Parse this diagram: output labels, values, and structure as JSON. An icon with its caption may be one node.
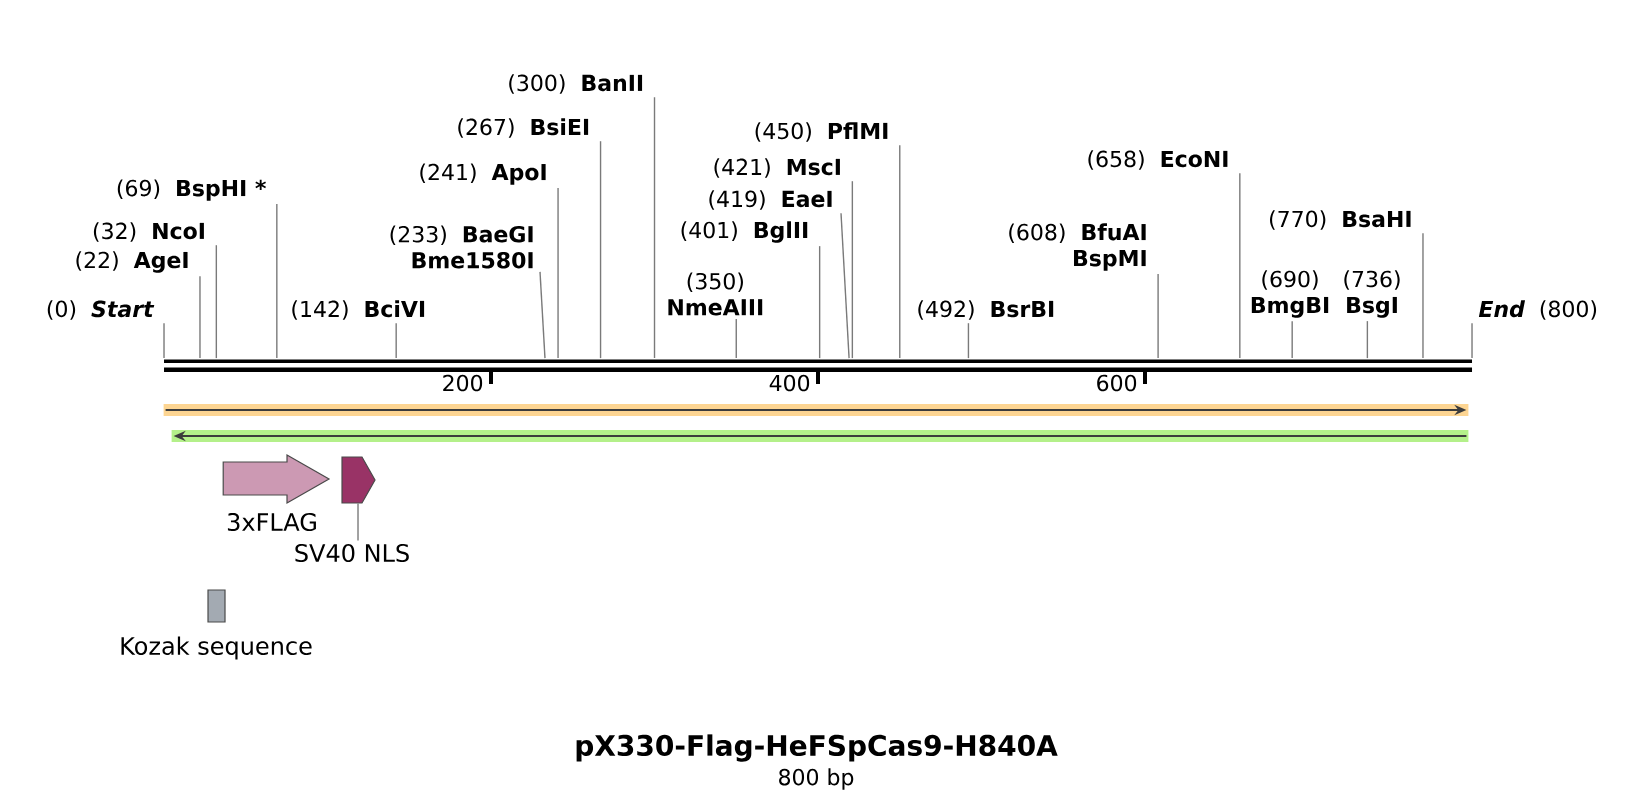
{
  "diagram": {
    "title": "pX330-Flag-HeFSpCas9-H840A",
    "caption": "800 bp",
    "nodes": [
      {
        "text": [
          "(0)",
          "Start"
        ]
      },
      {
        "text": [
          "(22)",
          "AgeI"
        ]
      },
      {
        "text": [
          "(32)",
          "NcoI"
        ]
      },
      {
        "text": [
          "(69)",
          "BspHI *"
        ]
      },
      {
        "text": [
          "(142)",
          "BciVI"
        ]
      },
      {
        "text": [
          "(233)",
          "BaeGI",
          "Bme1580I"
        ]
      },
      {
        "text": [
          "(241)",
          "ApoI"
        ]
      },
      {
        "text": [
          "(267)",
          "BsiEI"
        ]
      },
      {
        "text": [
          "(300)",
          "BanII"
        ]
      },
      {
        "text": [
          "(350)",
          "NmeAIII"
        ]
      },
      {
        "text": [
          "(401)",
          "BglII"
        ]
      },
      {
        "text": [
          "(419)",
          "EaeI"
        ]
      },
      {
        "text": [
          "(421)",
          "MscI"
        ]
      },
      {
        "text": [
          "(450)",
          "PflMI"
        ]
      },
      {
        "text": [
          "(492)",
          "BsrBI"
        ]
      },
      {
        "text": [
          "(608)",
          "BfuAI",
          "BspMI"
        ]
      },
      {
        "text": [
          "(658)",
          "EcoNI"
        ]
      },
      {
        "text": [
          "(690)",
          "BmgBI"
        ]
      },
      {
        "text": [
          "(736)",
          "BsgI"
        ]
      },
      {
        "text": [
          "(770)",
          "BsaHI"
        ]
      },
      {
        "text": [
          "End",
          "(800)"
        ]
      },
      {
        "text": [],
        "shape": "bar"
      },
      {
        "text": [],
        "shape": "arrow"
      },
      {
        "text": [],
        "shape": "arrow"
      },
      {
        "text": [
          "3xFLAG"
        ]
      },
      {
        "text": [],
        "shape": "arrow"
      },
      {
        "text": [
          "SV40 NLS"
        ]
      },
      {
        "text": [
          "Kozak sequence"
        ]
      }
    ],
    "edges": [
      {
        "from": 0,
        "to": 21,
        "arrow": "none"
      },
      {
        "from": 1,
        "to": 21,
        "arrow": "none"
      },
      {
        "from": 2,
        "to": 21,
        "arrow": "none"
      },
      {
        "from": 3,
        "to": 21,
        "arrow": "none"
      },
      {
        "from": 4,
        "to": 21,
        "arrow": "none"
      },
      {
        "from": 5,
        "to": 21,
        "arrow": "none"
      },
      {
        "from": 6,
        "to": 21,
        "arrow": "none"
      },
      {
        "from": 7,
        "to": 21,
        "arrow": "none"
      },
      {
        "from": 8,
        "to": 21,
        "arrow": "none"
      },
      {
        "from": 9,
        "to": 21,
        "arrow": "none"
      },
      {
        "from": 10,
        "to": 21,
        "arrow": "none"
      },
      {
        "from": 11,
        "to": 21,
        "arrow": "none"
      },
      {
        "from": 12,
        "to": 21,
        "arrow": "none"
      },
      {
        "from": 13,
        "to": 21,
        "arrow": "none"
      },
      {
        "from": 14,
        "to": 21,
        "arrow": "none"
      },
      {
        "from": 15,
        "to": 21,
        "arrow": "none"
      },
      {
        "from": 16,
        "to": 21,
        "arrow": "none"
      },
      {
        "from": 17,
        "to": 21,
        "arrow": "none"
      },
      {
        "from": 18,
        "to": 21,
        "arrow": "none"
      },
      {
        "from": 19,
        "to": 21,
        "arrow": "none"
      },
      {
        "from": 20,
        "to": 21,
        "arrow": "none"
      },
      {
        "from": 26,
        "to": 25,
        "arrow": "none"
      }
    ],
    "labels": [
      "200",
      "400",
      "600"
    ]
  }
}
